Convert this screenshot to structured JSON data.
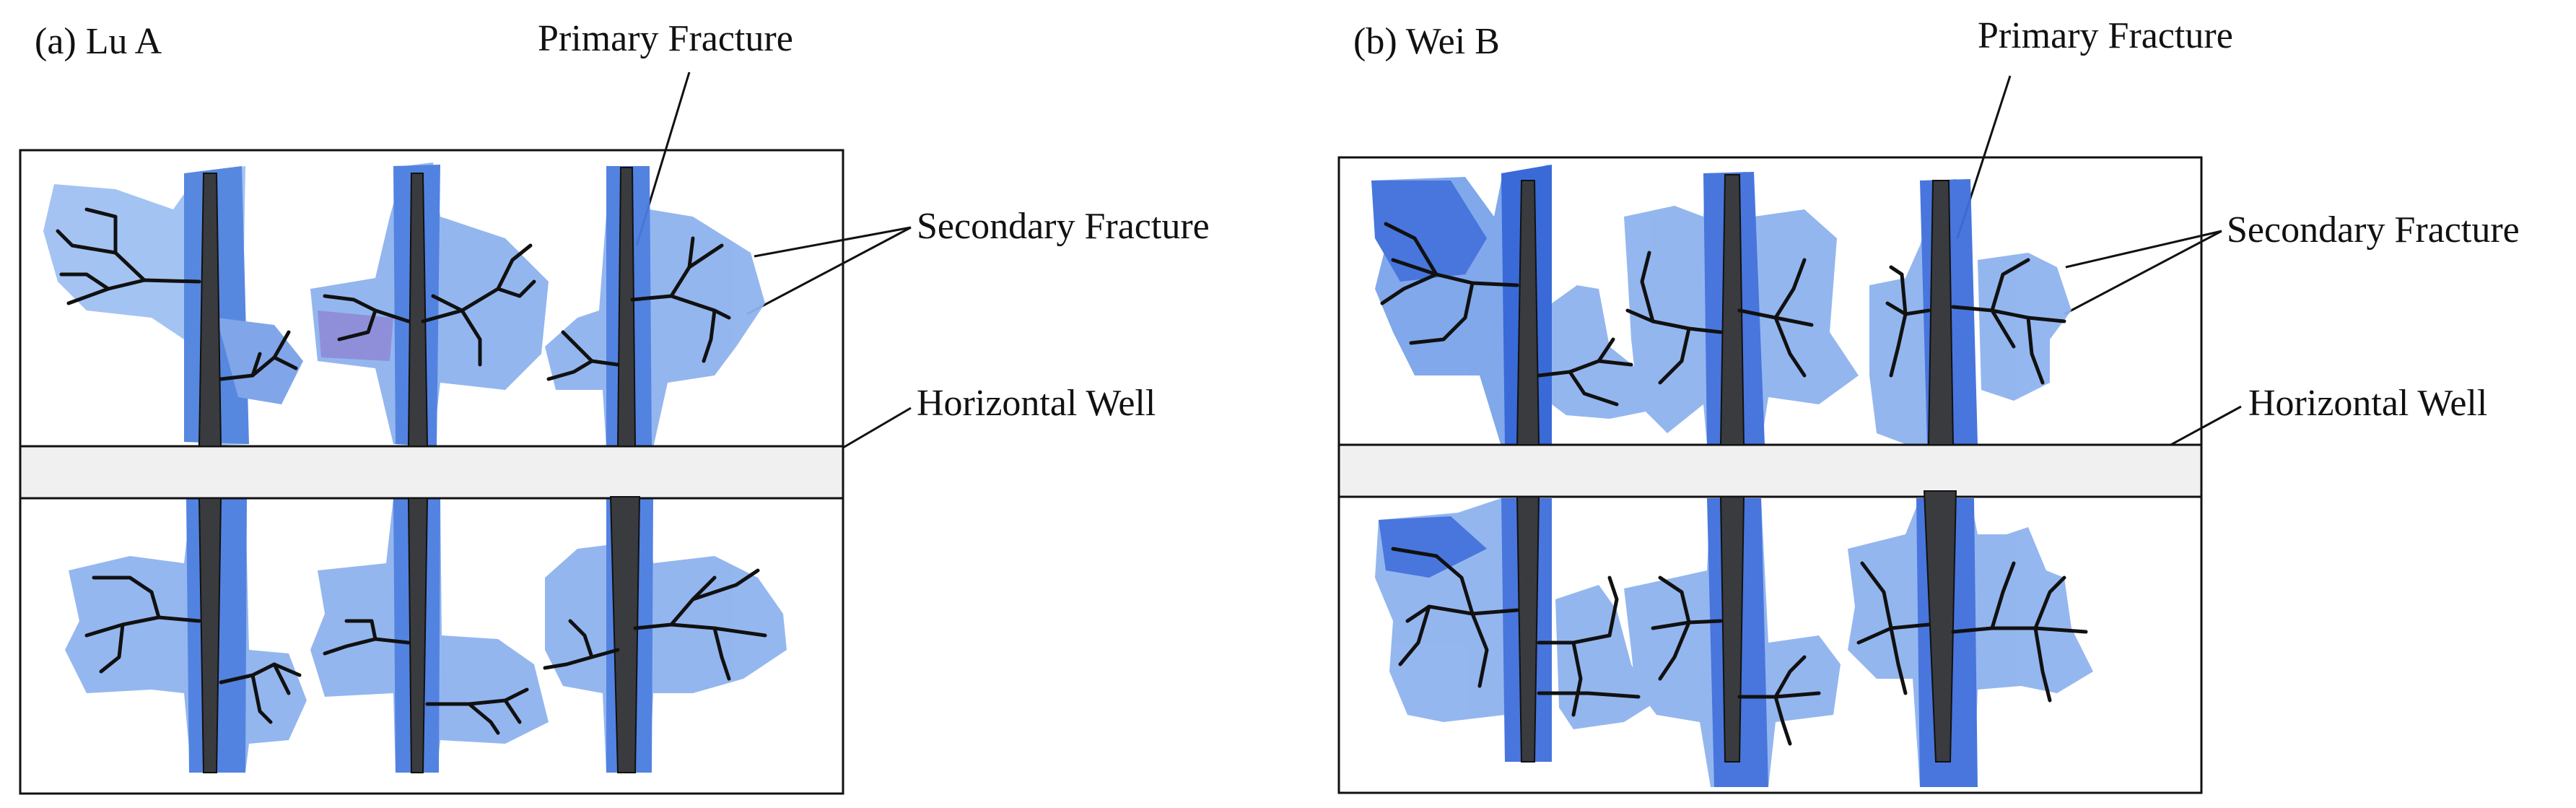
{
  "panels": [
    {
      "id": "a",
      "title": "(a) Lu A",
      "primary_label": "Primary Fracture",
      "secondary_label": "Secondary Fracture",
      "well_label": "Horizontal Well"
    },
    {
      "id": "b",
      "title": "(b) Wei B",
      "primary_label": "Primary Fracture",
      "secondary_label": "Secondary Fracture",
      "well_label": "Horizontal Well"
    }
  ],
  "colors": {
    "stimulated_region": "#6e9ee6",
    "stimulated_region_dark": "#2e63d6",
    "primary_fracture": "#3a3b3f",
    "secondary_fracture": "#111111",
    "well": "#f0f0f0",
    "frame": "#111111"
  },
  "icons": [
    "fracture-network",
    "horizontal-well"
  ]
}
